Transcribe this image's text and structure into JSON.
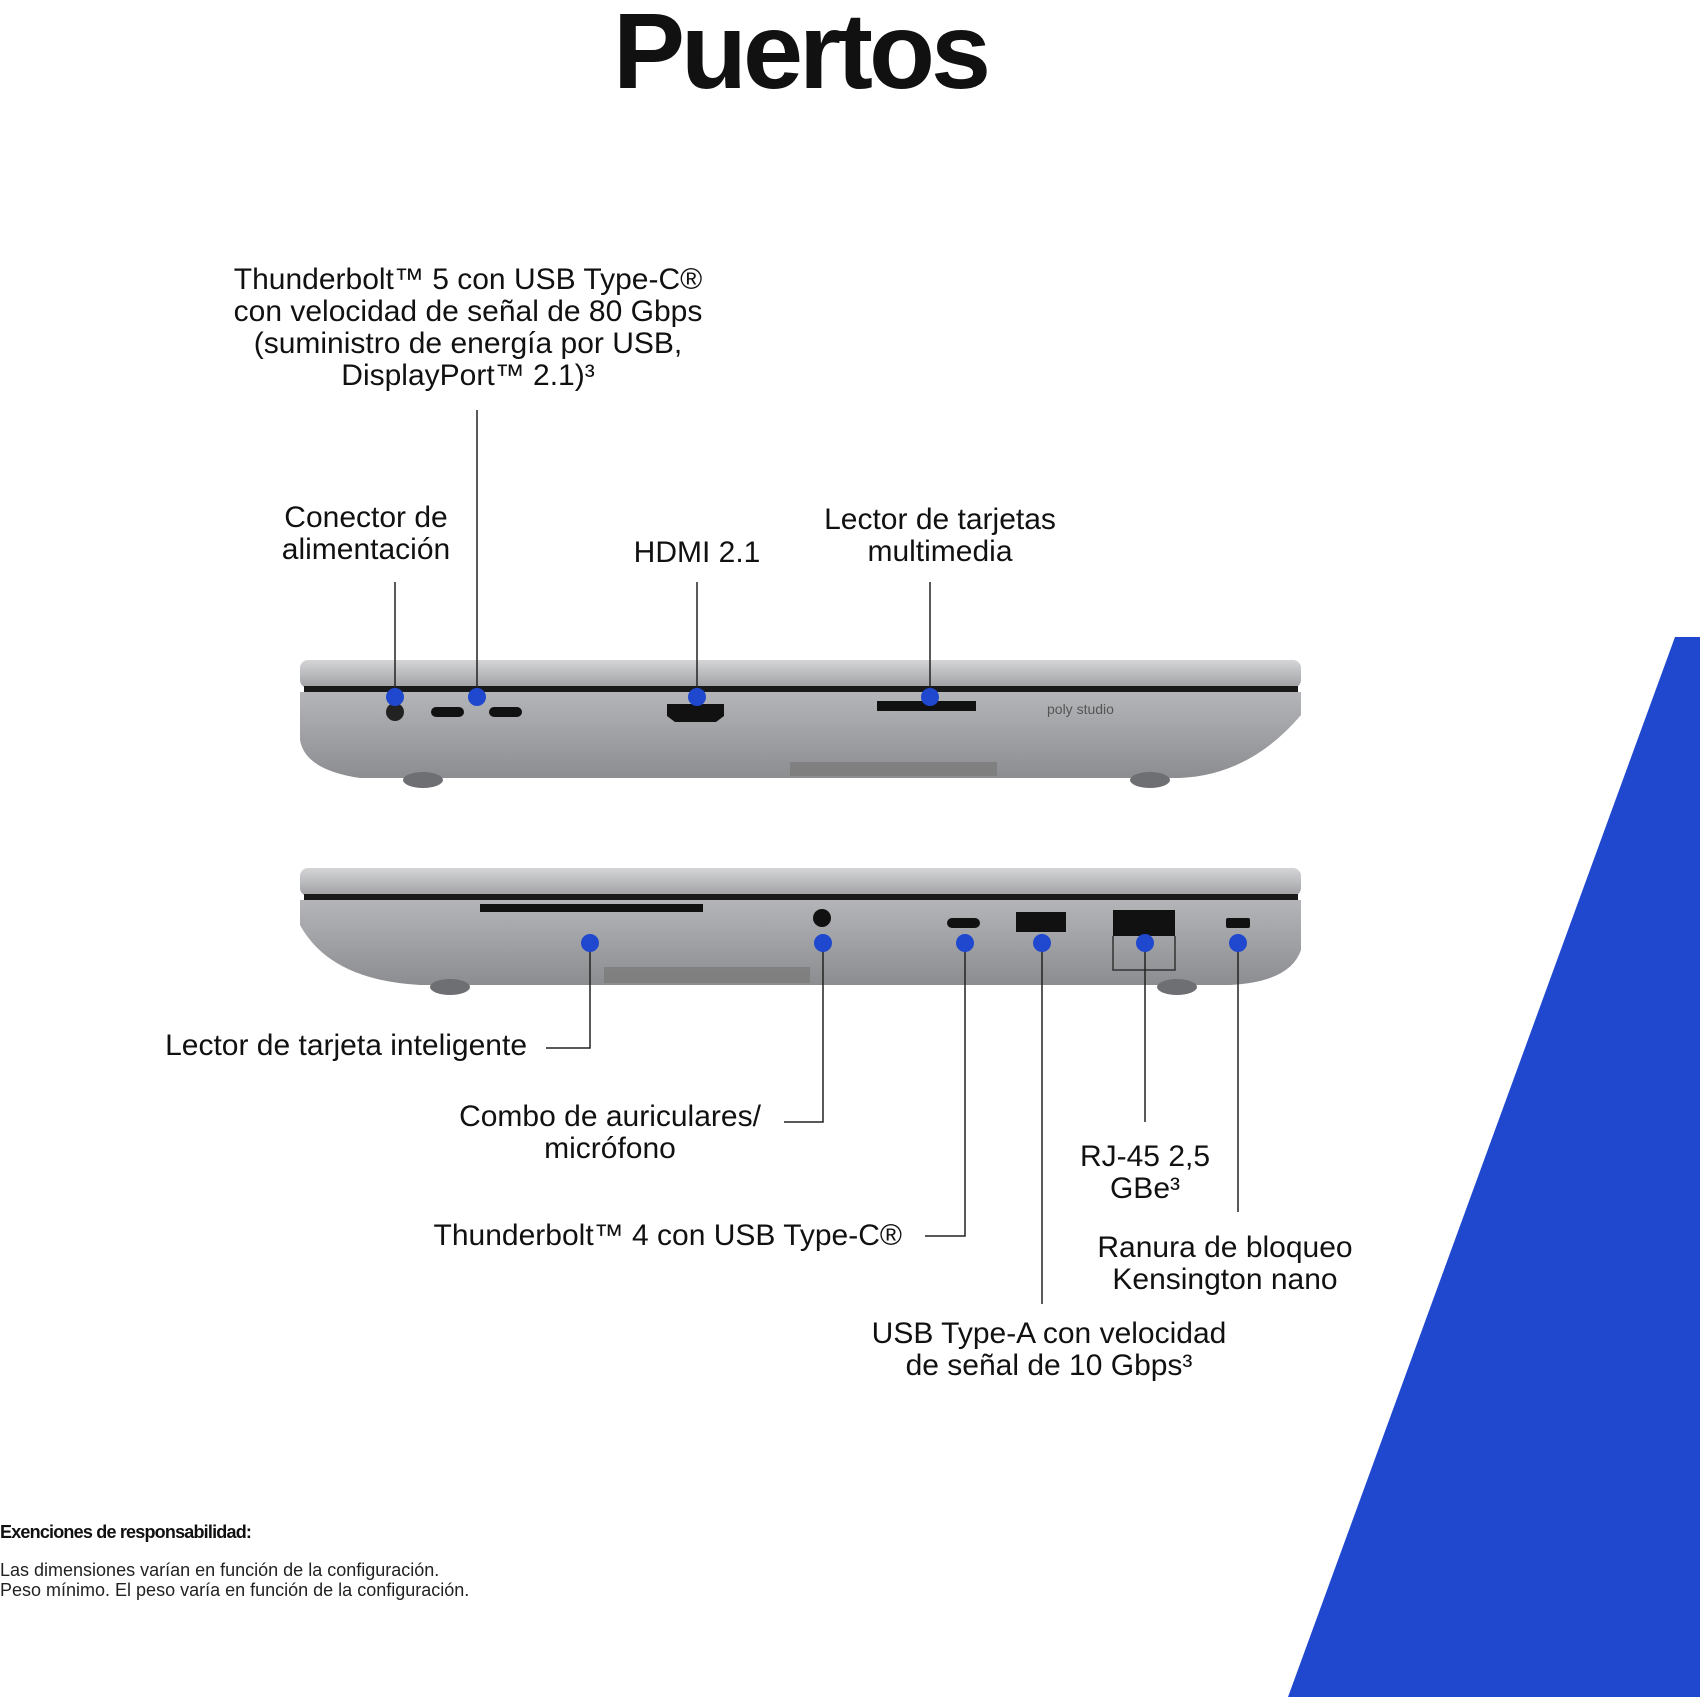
{
  "title": "Puertos",
  "colors": {
    "accent": "#1f48cf",
    "dot": "#1f48cf",
    "chassis": "#a7a8ab"
  },
  "brand_text": "poly studio",
  "top_view": {
    "thunderbolt5": [
      "Thunderbolt™ 5 con USB Type-C®",
      "con velocidad de señal de 80 Gbps",
      "(suministro de energía por USB,",
      "DisplayPort™ 2.1)³"
    ],
    "power": [
      "Conector de",
      "alimentación"
    ],
    "hdmi": [
      "HDMI 2.1"
    ],
    "media_reader": [
      "Lector de tarjetas",
      "multimedia"
    ]
  },
  "bottom_view": {
    "smart_card": [
      "Lector de tarjeta inteligente"
    ],
    "audio": [
      "Combo de auriculares/",
      "micrófono"
    ],
    "thunderbolt4": [
      "Thunderbolt™ 4 con USB Type-C®"
    ],
    "usb_a": [
      "USB Type-A con velocidad",
      "de señal de 10 Gbps³"
    ],
    "rj45": [
      "RJ-45 2,5",
      "GBe³"
    ],
    "kensington": [
      "Ranura de bloqueo",
      "Kensington nano"
    ]
  },
  "disclaimer": {
    "title": "Exenciones de responsabilidad:",
    "lines": [
      "Las dimensiones varían en función de la configuración.",
      "Peso mínimo. El peso varía en función de la configuración."
    ]
  }
}
